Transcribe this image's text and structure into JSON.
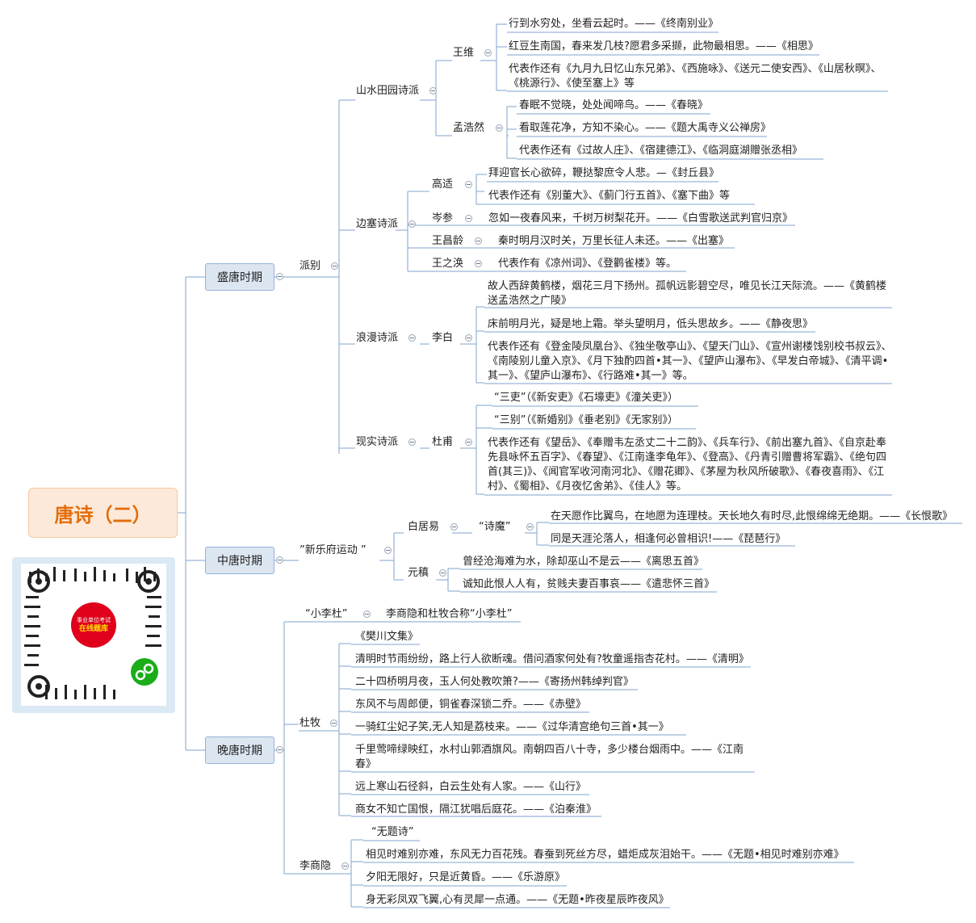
{
  "root": "唐诗（二）",
  "qr": {
    "line1": "事业单位考试",
    "line2": "在线题库"
  },
  "eras": {
    "sheng": "盛唐时期",
    "zhong": "中唐时期",
    "wan": "晚唐时期"
  },
  "sheng": {
    "pai": "派别",
    "shanshui": {
      "label": "山水田园诗派",
      "wangwei": {
        "name": "王维",
        "works": [
          "行到水穷处，坐看云起时。——《终南别业》",
          "红豆生南国，春来发几枝?愿君多采撷，此物最相思。——《相思》",
          "代表作还有《九月九日忆山东兄弟》、《西施咏》、《送元二使安西》、《山居秋暝》、《桃源行》、《使至塞上》等"
        ]
      },
      "menghaoran": {
        "name": "孟浩然",
        "works": [
          "春眠不觉晓，处处闻啼鸟。——《春晓》",
          "看取莲花净，方知不染心。——《题大禹寺义公禅房》",
          "代表作还有《过故人庄》、《宿建德江》、《临洞庭湖赠张丞相》"
        ]
      }
    },
    "biansai": {
      "label": "边塞诗派",
      "gaoshi": {
        "name": "高适",
        "works": [
          "拜迎官长心欲碎，鞭挞黎庶令人悲。—《封丘县》",
          "代表作还有《别董大》、《蓟门行五首》、《塞下曲》等"
        ]
      },
      "censhen": {
        "name": "岑参",
        "work": "忽如一夜春风来，千树万树梨花开。——《白雪歌送武判官归京》"
      },
      "wangchangling": {
        "name": "王昌龄",
        "work": "秦时明月汉时关，万里长征人未还。——《出塞》"
      },
      "wangzhihuan": {
        "name": "王之涣",
        "work": "代表作有《凉州词》、《登鹳雀楼》等。"
      }
    },
    "langman": {
      "label": "浪漫诗派",
      "libai": {
        "name": "李白",
        "works": [
          "故人西辞黄鹤楼，烟花三月下扬州。孤帆远影碧空尽，唯见长江天际流。——《黄鹤楼送孟浩然之广陵》",
          "床前明月光，疑是地上霜。举头望明月，低头思故乡。——《静夜思》",
          "代表作还有《登金陵凤凰台》、《独坐敬亭山》、《望天门山》、《宣州谢楼饯别校书叔云》、《南陵别儿童入京》、《月下独酌四首•其一》、《望庐山瀑布》、《早发白帝城》、《清平调•其一》、《望庐山瀑布》、《行路难•其一》等。"
        ]
      }
    },
    "xianshi": {
      "label": "现实诗派",
      "dufu": {
        "name": "杜甫",
        "works": [
          "“三吏”（《新安吏》《石壕吏》《潼关吏》）",
          "“三别”（《新婚别》《垂老别》《无家别》）",
          "代表作还有《望岳》、《奉赠韦左丞丈二十二韵》、《兵车行》、《前出塞九首》、《自京赴奉先县咏怀五百字》、《春望》、《江南逢李龟年》、《登高》、《丹青引赠曹将军霸》、《绝句四首(其三)》、《闻官军收河南河北》、《赠花卿》、《茅屋为秋风所破歌》、《春夜喜雨》、《江村》、《蜀相》、《月夜忆舍弟》、《佳人》等。"
        ]
      }
    }
  },
  "zhong": {
    "movement": "”新乐府运动 ”",
    "baijuyi": {
      "name": "白居易",
      "tag": "“诗魔”",
      "works": [
        "在天愿作比翼鸟，在地愿为连理枝。天长地久有时尽,此恨绵绵无绝期。——《长恨歌》",
        "同是天涯沦落人，相逢何必曾相识!——《琵琶行》"
      ]
    },
    "yuanzhen": {
      "name": "元稹",
      "works": [
        "曾经沧海难为水，除却巫山不是云——《离思五首》",
        "诚知此恨人人有，贫贱夫妻百事哀——《遣悲怀三首》"
      ]
    }
  },
  "wan": {
    "xiaolidu": {
      "label": "“小李杜”",
      "desc": "李商隐和杜牧合称“小李杜”"
    },
    "dumu": {
      "name": "杜牧",
      "works": [
        "《樊川文集》",
        "清明时节雨纷纷，路上行人欲断魂。借问酒家何处有?牧童遥指杏花村。——《清明》",
        "二十四桥明月夜，玉人何处教吹箫?——《寄扬州韩绰判官》",
        "东风不与周郎便，铜雀春深锁二乔。——《赤壁》",
        "一骑红尘妃子笑,无人知是荔枝来。——《过华清宫绝句三首•其一》",
        "千里莺啼绿映红，水村山郭酒旗风。南朝四百八十寺，多少楼台烟雨中。——《江南春》",
        "远上寒山石径斜，白云生处有人家。——《山行》",
        "商女不知亡国恨，隔江犹唱后庭花。——《泊秦淮》"
      ]
    },
    "lishangyin": {
      "name": "李商隐",
      "works": [
        "“无题诗”",
        "相见时难别亦难，东风无力百花残。春蚕到死丝方尽，蜡炬成灰泪始干。——《无题•相见时难别亦难》",
        "夕阳无限好，只是近黄昏。——《乐游原》",
        "身无彩凤双飞翼,心有灵犀一点通。——《无题•昨夜星辰昨夜风》"
      ]
    }
  }
}
